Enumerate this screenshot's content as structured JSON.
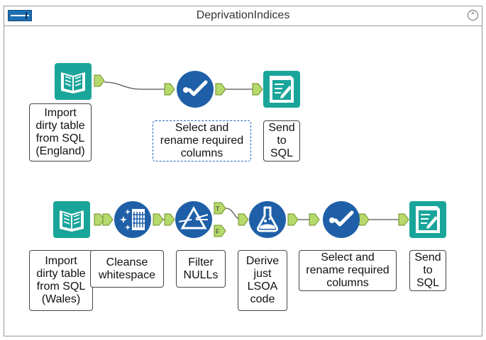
{
  "container": {
    "title": "DeprivationIndices",
    "collapse_glyph": "⌃",
    "icons": [
      "container-toggle-icon",
      "collapse-icon"
    ]
  },
  "tools": [
    {
      "id": "t1",
      "icon": "book-icon",
      "label": "Import\ndirty table\nfrom SQL\n(England)"
    },
    {
      "id": "t2",
      "icon": "checkmark-icon",
      "label": "Select and\nrename required\ncolumns"
    },
    {
      "id": "t3",
      "icon": "output-document-icon",
      "label": "Send\nto\nSQL"
    },
    {
      "id": "t4",
      "icon": "book-icon",
      "label": "Import\ndirty table\nfrom SQL\n(Wales)"
    },
    {
      "id": "t5",
      "icon": "cleanse-icon",
      "label": "Cleanse\nwhitespace"
    },
    {
      "id": "t6",
      "icon": "filter-prism-icon",
      "label": "Filter\nNULLs"
    },
    {
      "id": "t7",
      "icon": "formula-flask-icon",
      "label": "Derive\njust\nLSOA\ncode"
    },
    {
      "id": "t8",
      "icon": "checkmark-icon",
      "label": "Select and\nrename required\ncolumns"
    },
    {
      "id": "t9",
      "icon": "output-document-icon",
      "label": "Send\nto\nSQL"
    }
  ],
  "anchors": {
    "true_label": "T",
    "false_label": "F"
  },
  "colors": {
    "input_teal": "#1aa59a",
    "prep_blue": "#1f5fa8",
    "anchor_green": "#b5d96a",
    "connector": "#555555"
  }
}
